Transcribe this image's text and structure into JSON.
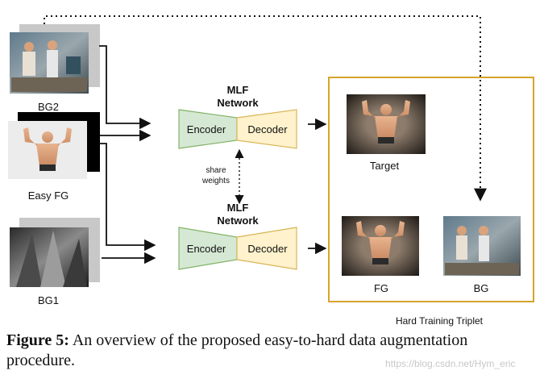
{
  "labels": {
    "bg2": "BG2",
    "easy_fg": "Easy FG",
    "bg1": "BG1",
    "network_top_line1": "MLF",
    "network_top_line2": "Network",
    "network_bottom_line1": "MLF",
    "network_bottom_line2": "Network",
    "encoder": "Encoder",
    "decoder": "Decoder",
    "share_line1": "share",
    "share_line2": "weights",
    "target": "Target",
    "fg": "FG",
    "bg": "BG",
    "triplet": "Hard Training Triplet"
  },
  "caption": {
    "figure_label": "Figure 5:",
    "text": " An overview of the proposed easy-to-hard data augmentation procedure."
  },
  "watermark": "https://blog.csdn.net/Hym_eric",
  "colors": {
    "encoder_fill": "#d5e8d4",
    "encoder_stroke": "#82b366",
    "decoder_fill": "#fff2cc",
    "decoder_stroke": "#d6b656",
    "triplet_border": "#d6a42a"
  }
}
